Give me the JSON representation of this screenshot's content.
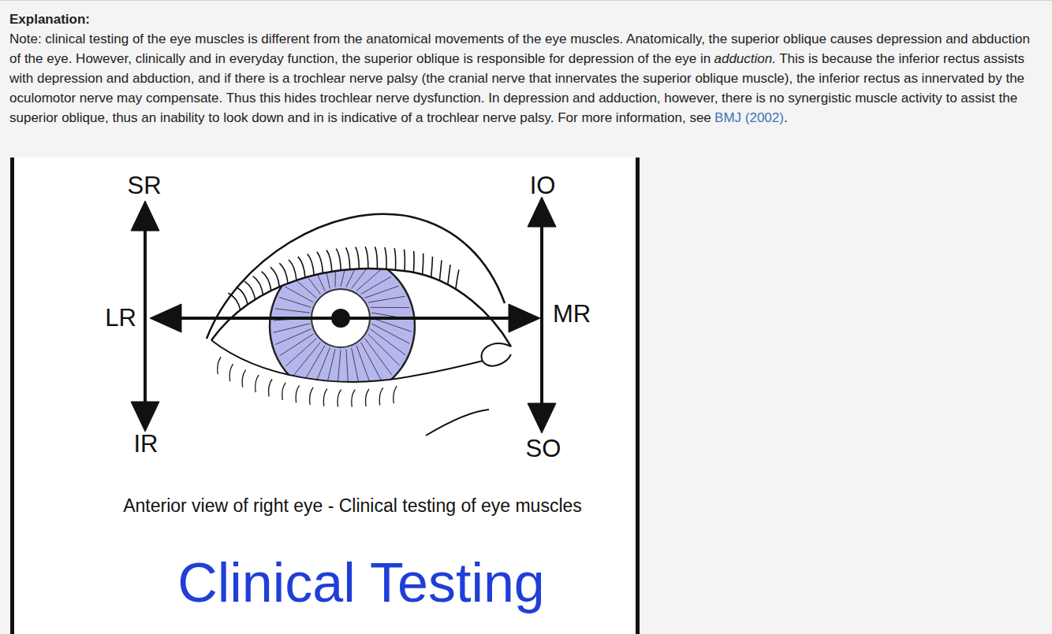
{
  "diagram": {
    "title": "Explanation:",
    "caption": "Anterior view of right eye - Clinical testing of eye muscles",
    "labels": [
      "Note: clinical testing of the eye muscles is different from the anatomical movements of the eye muscles. Anatomically, the superior oblique causes depression and abduction of the eye. However, clinically and in everyday function, the superior oblique is responsible for depression of the eye in",
      "adduction.",
      "This is because the inferior rectus assists with depression and abduction, and if there is a trochlear nerve palsy (the cranial nerve that innervates the superior oblique muscle), the inferior rectus as innervated by the oculomotor nerve may compensate. Thus this hides trochlear nerve dysfunction. In depression and adduction, however, there is no synergistic muscle activity to assist the superior oblique, thus an inability to look down and in is indicative of a trochlear nerve palsy. For more information, see",
      "BMJ (2002)",
      ".",
      "SR",
      "IO",
      "LR",
      "MR",
      "IR",
      "SO",
      "Clinical Testing"
    ]
  }
}
